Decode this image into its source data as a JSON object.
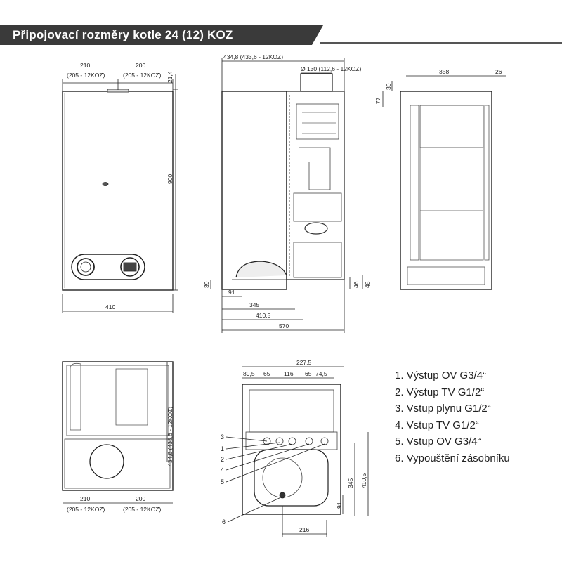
{
  "header": {
    "title": "Připojovací rozměry kotle 24 (12) KOZ",
    "bar_color": "#3a3a3a"
  },
  "front_view": {
    "dim_left_width": "210",
    "dim_left_sub": "(205 - 12KOZ)",
    "dim_right_width": "200",
    "dim_right_sub": "(205 - 12KOZ)",
    "dim_top_offset": "21,4",
    "dim_height": "900",
    "dim_total_width": "410"
  },
  "side_view": {
    "dim_depth": "434,8 (433,6 - 12KOZ)",
    "dim_flue": "Ø 130 (112,6 - 12KOZ)",
    "dim_39": "39",
    "dim_91": "91",
    "dim_345": "345",
    "dim_410_5": "410,5",
    "dim_570": "570",
    "dim_46": "46",
    "dim_48": "48"
  },
  "back_view": {
    "dim_358": "358",
    "dim_26": "26",
    "dim_30": "30",
    "dim_77": "77"
  },
  "top_view": {
    "dim_depth": "434,8 (433,6 - 12KOZ)",
    "dim_left": "210",
    "dim_left_sub": "(205 - 12KOZ)",
    "dim_right": "200",
    "dim_right_sub": "(205 - 12KOZ)"
  },
  "bottom_view": {
    "dim_227_5": "227,5",
    "dim_89_5": "89,5",
    "dim_65a": "65",
    "dim_116": "116",
    "dim_65b": "65",
    "dim_74_5": "74,5",
    "dim_345": "345",
    "dim_410_5": "410,5",
    "dim_91": "91",
    "dim_216": "216",
    "callouts": [
      "3",
      "1",
      "2",
      "4",
      "5",
      "6"
    ]
  },
  "legend": [
    "1. Výstup OV G3/4“",
    "2. Výstup TV G1/2“",
    "3. Vstup plynu G1/2“",
    "4. Vstup TV G1/2“",
    "5. Vstup OV G3/4“",
    "6. Vypouštění zásobníku"
  ]
}
